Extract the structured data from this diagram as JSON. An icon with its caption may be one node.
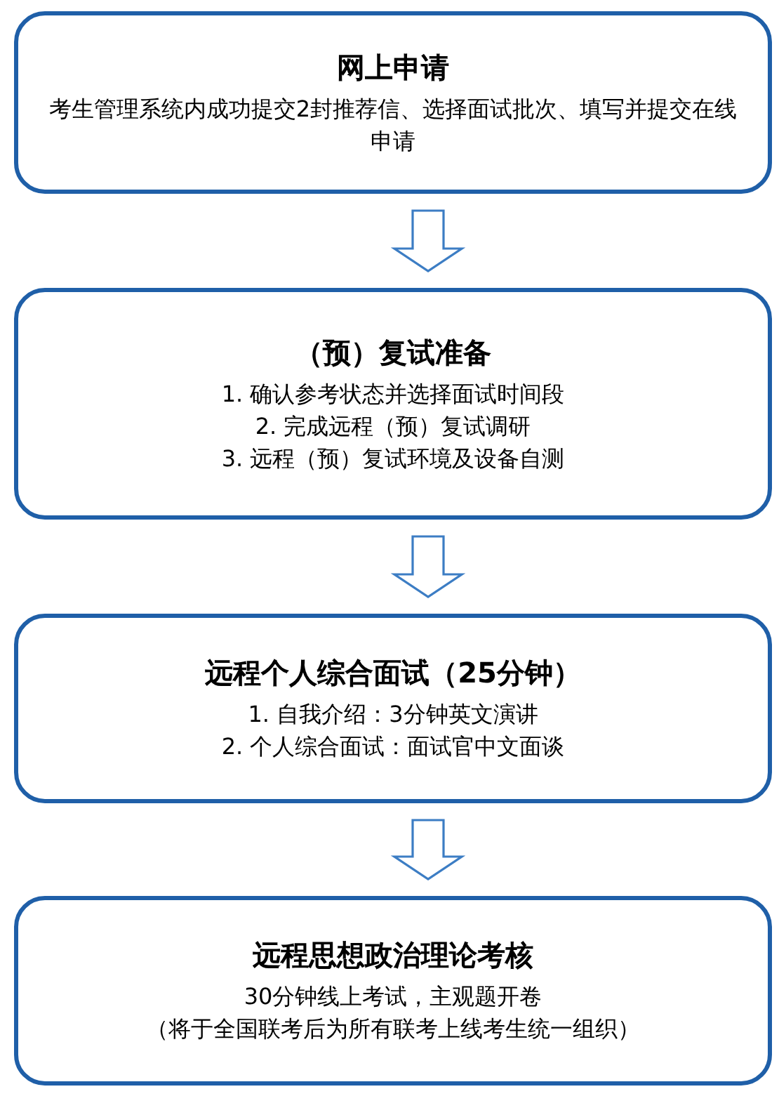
{
  "diagram": {
    "nodes": [
      {
        "text": [
          "网上申请",
          "考生管理系统内成功提交2封推荐信、选择面试批次、填写并提交在线申请"
        ]
      },
      {
        "text": [
          "（预）复试准备",
          "1. 确认参考状态并选择面试时间段",
          "2. 完成远程（预）复试调研",
          "3. 远程（预）复试环境及设备自测"
        ]
      },
      {
        "text": [
          "远程个人综合面试（25分钟）",
          "1. 自我介绍：3分钟英文演讲",
          "2. 个人综合面试：面试官中文面谈"
        ]
      },
      {
        "text": [
          "远程思想政治理论考核",
          "30分钟线上考试，主观题开卷",
          "（将于全国联考后为所有联考上线考生统一组织）"
        ]
      }
    ],
    "edges": [
      {
        "from": 0,
        "to": 1,
        "arrow": "to"
      },
      {
        "from": 1,
        "to": 2,
        "arrow": "to"
      },
      {
        "from": 2,
        "to": 3,
        "arrow": "to"
      }
    ]
  }
}
